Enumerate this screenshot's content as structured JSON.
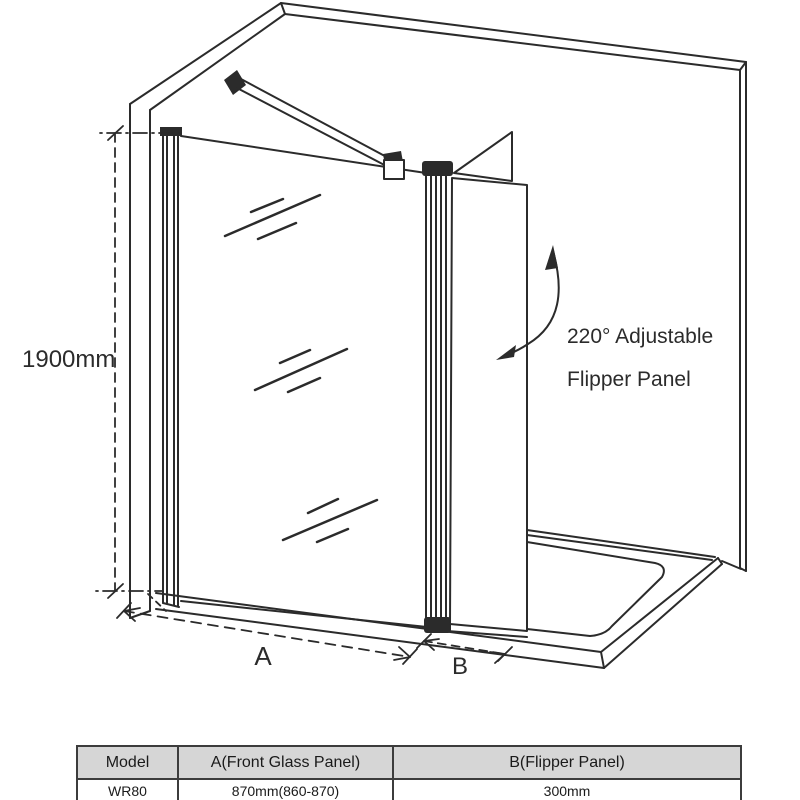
{
  "diagram": {
    "height_dimension": "1900mm",
    "annotation": {
      "line1": "220° Adjustable",
      "line2": "Flipper Panel"
    },
    "dim_a": "A",
    "dim_b": "B",
    "line_color": "#2b2b2b"
  },
  "table": {
    "headers": [
      "Model",
      "A(Front Glass Panel)",
      "B(Flipper Panel)"
    ],
    "rows": [
      [
        "WR80",
        "870mm(860-870)",
        "300mm"
      ]
    ],
    "header_bg": "#d6d6d6",
    "border_color": "#3c3c3c"
  }
}
